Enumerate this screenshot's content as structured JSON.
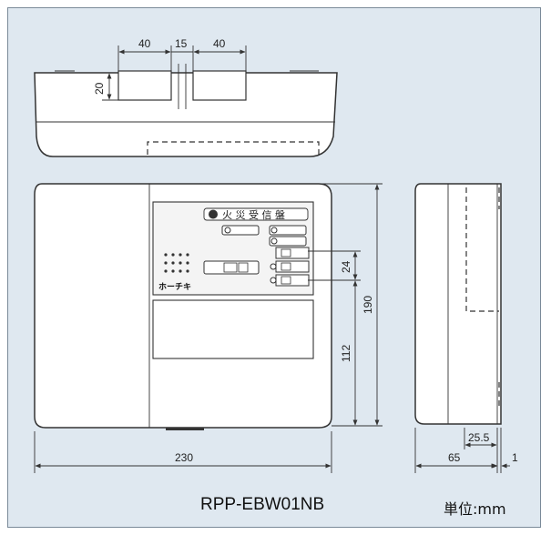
{
  "product": {
    "model": "RPP-EBW01NB",
    "unit_label": "単位:mm",
    "panel_title": "火 災 受 信 盤",
    "brand_mark": "ホーチキ"
  },
  "dimensions": {
    "top_gap_left": "40",
    "top_gap_mid": "15",
    "top_gap_right": "40",
    "top_depth": "20",
    "front_width": "230",
    "front_height": "190",
    "front_lower": "112",
    "front_button_pitch": "24",
    "side_depth": "65",
    "side_inner": "25.5",
    "side_lip": "1"
  },
  "colors": {
    "background": "#dfe8f0",
    "body": "#ffffff",
    "line": "#333333"
  }
}
